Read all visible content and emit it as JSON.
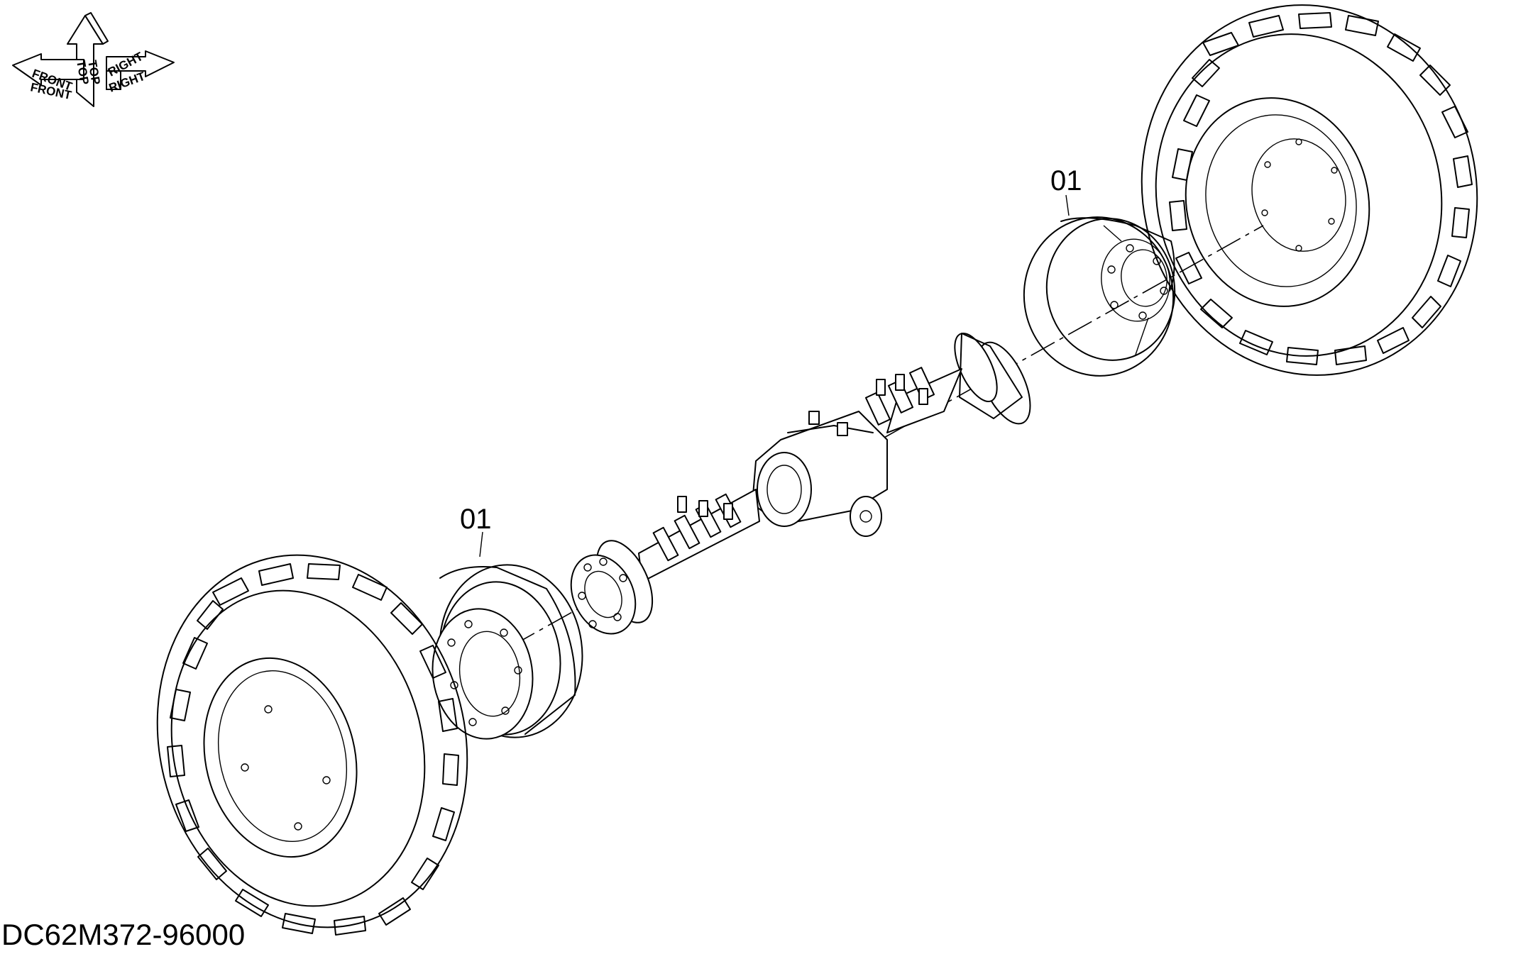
{
  "drawing_number": "DC62M372-96000",
  "orientation_indicator": {
    "front": "FRONT",
    "top": "TOP",
    "right": "RIGHT"
  },
  "callouts": [
    {
      "label": "01",
      "part": "wheel-rim-right"
    },
    {
      "label": "01",
      "part": "wheel-rim-left"
    }
  ]
}
